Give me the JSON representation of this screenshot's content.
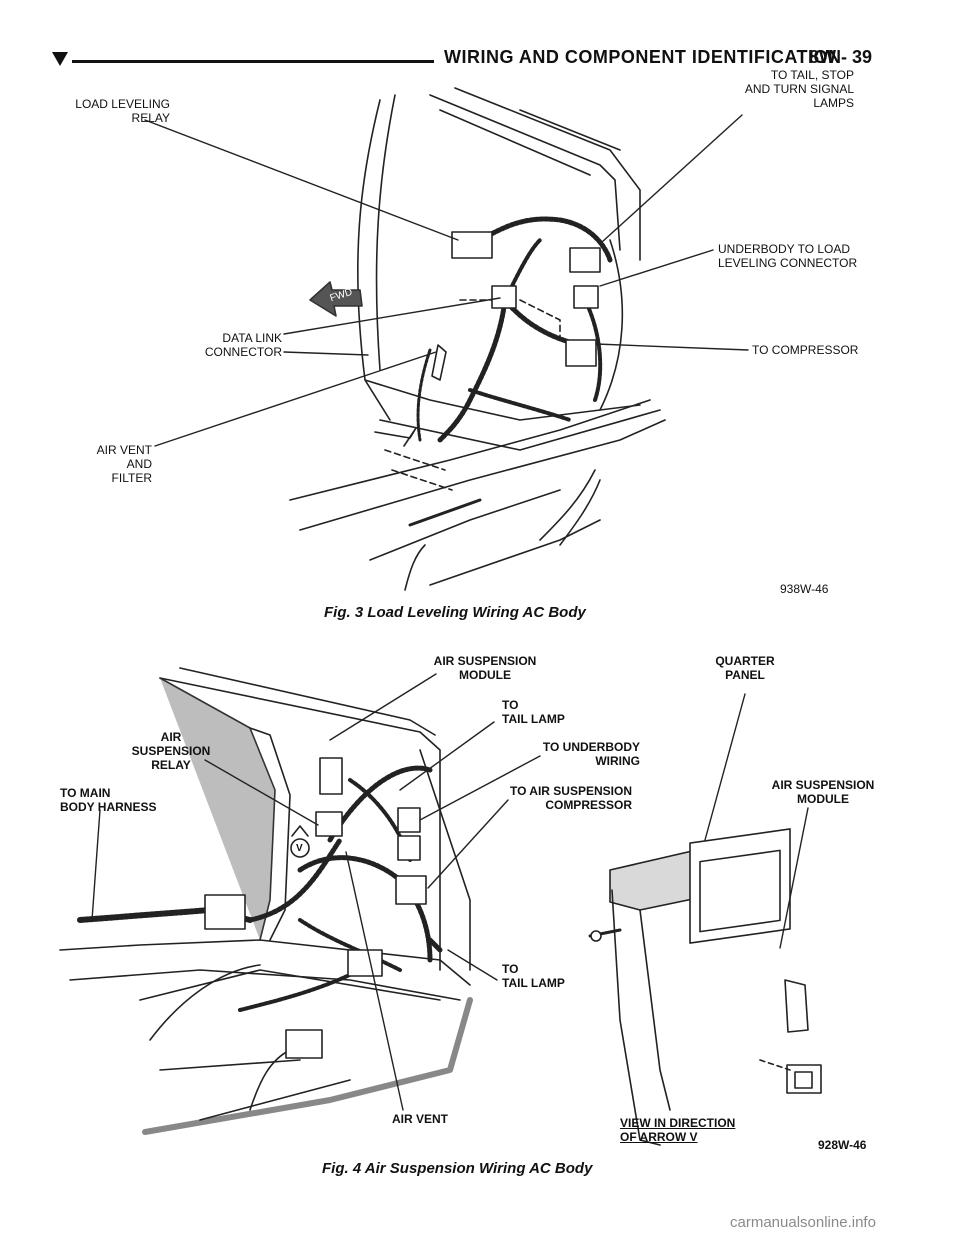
{
  "header": {
    "title": "WIRING AND COMPONENT IDENTIFICATION",
    "page_number": "8W - 39"
  },
  "figure3": {
    "caption": "Fig. 3 Load Leveling Wiring AC Body",
    "code": "938W-46",
    "fwd_arrow": "FWD",
    "labels": {
      "load_leveling_relay": "LOAD LEVELING\nRELAY",
      "to_tail_stop_turn": "TO TAIL, STOP\nAND TURN SIGNAL\nLAMPS",
      "underbody_connector": "UNDERBODY TO LOAD\nLEVELING CONNECTOR",
      "data_link_connector": "DATA LINK\nCONNECTOR",
      "to_compressor": "TO COMPRESSOR",
      "air_vent_filter": "AIR VENT\nAND\nFILTER"
    }
  },
  "figure4": {
    "caption": "Fig. 4 Air Suspension Wiring AC Body",
    "code": "928W-46",
    "arrow_letter": "V",
    "labels": {
      "air_suspension_module_top": "AIR SUSPENSION\nMODULE",
      "quarter_panel": "QUARTER\nPANEL",
      "to_tail_lamp_top": "TO\nTAIL LAMP",
      "air_suspension_relay": "AIR\nSUSPENSION\nRELAY",
      "to_underbody_wiring": "TO UNDERBODY\nWIRING",
      "to_main_body_harness": "TO MAIN\nBODY HARNESS",
      "to_air_suspension_compressor": "TO AIR SUSPENSION\nCOMPRESSOR",
      "air_suspension_module_right": "AIR SUSPENSION\nMODULE",
      "to_tail_lamp_bottom": "TO\nTAIL LAMP",
      "air_vent": "AIR VENT",
      "view_in_direction": "VIEW IN DIRECTION\nOF ARROW V"
    }
  },
  "watermark": "carmanualsonline.info"
}
